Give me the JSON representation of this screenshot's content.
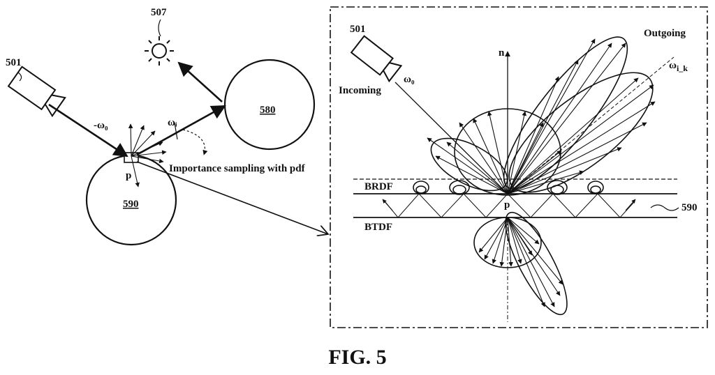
{
  "figure": {
    "caption": "FIG. 5"
  },
  "labels": {
    "camera_left": "501",
    "light": "507",
    "sphere_large": "580",
    "sphere_object": "590",
    "point_left": "p",
    "neg_omega_o": "-ω₀",
    "omega_i": "ωᵢ",
    "importance": "Importance sampling with pdf",
    "camera_right": "501",
    "incoming": "Incoming",
    "omega_o": "ω₀",
    "normal": "n",
    "outgoing": "Outgoing",
    "omega_ik": "ω",
    "omega_ik_sub": "i_k",
    "brdf": "BRDF",
    "btdf": "BTDF",
    "point_right": "p",
    "surface_ref": "590"
  },
  "colors": {
    "line": "#111111",
    "background": "#ffffff"
  }
}
